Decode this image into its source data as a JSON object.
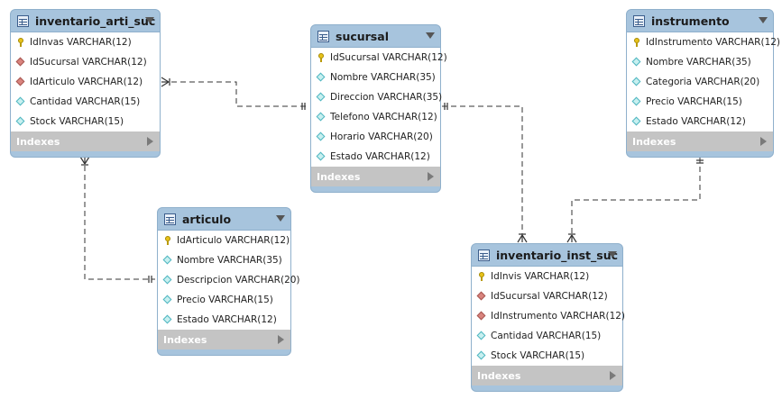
{
  "tables": [
    {
      "id": "inventario_arti_suc",
      "title": "inventario_arti_suc",
      "indexes_label": "Indexes",
      "columns": [
        {
          "text": "IdInvas VARCHAR(12)",
          "icon": "primary-key-icon"
        },
        {
          "text": "IdSucursal VARCHAR(12)",
          "icon": "foreign-key-icon"
        },
        {
          "text": "IdArticulo VARCHAR(12)",
          "icon": "foreign-key-icon"
        },
        {
          "text": "Cantidad VARCHAR(15)",
          "icon": "attribute-icon"
        },
        {
          "text": "Stock VARCHAR(15)",
          "icon": "attribute-icon"
        }
      ]
    },
    {
      "id": "sucursal",
      "title": "sucursal",
      "indexes_label": "Indexes",
      "columns": [
        {
          "text": "IdSucursal VARCHAR(12)",
          "icon": "primary-key-icon"
        },
        {
          "text": "Nombre VARCHAR(35)",
          "icon": "attribute-icon"
        },
        {
          "text": "Direccion VARCHAR(35)",
          "icon": "attribute-icon"
        },
        {
          "text": "Telefono VARCHAR(12)",
          "icon": "attribute-icon"
        },
        {
          "text": "Horario VARCHAR(20)",
          "icon": "attribute-icon"
        },
        {
          "text": "Estado VARCHAR(12)",
          "icon": "attribute-icon"
        }
      ]
    },
    {
      "id": "instrumento",
      "title": "instrumento",
      "indexes_label": "Indexes",
      "columns": [
        {
          "text": "IdInstrumento VARCHAR(12)",
          "icon": "primary-key-icon"
        },
        {
          "text": "Nombre VARCHAR(35)",
          "icon": "attribute-icon"
        },
        {
          "text": "Categoria VARCHAR(20)",
          "icon": "attribute-icon"
        },
        {
          "text": "Precio VARCHAR(15)",
          "icon": "attribute-icon"
        },
        {
          "text": "Estado VARCHAR(12)",
          "icon": "attribute-icon"
        }
      ]
    },
    {
      "id": "articulo",
      "title": "articulo",
      "indexes_label": "Indexes",
      "columns": [
        {
          "text": "IdArticulo VARCHAR(12)",
          "icon": "primary-key-icon"
        },
        {
          "text": "Nombre VARCHAR(35)",
          "icon": "attribute-icon"
        },
        {
          "text": "Descripcion VARCHAR(20)",
          "icon": "attribute-icon"
        },
        {
          "text": "Precio VARCHAR(15)",
          "icon": "attribute-icon"
        },
        {
          "text": "Estado VARCHAR(12)",
          "icon": "attribute-icon"
        }
      ]
    },
    {
      "id": "inventario_inst_suc",
      "title": "inventario_inst_suc",
      "indexes_label": "Indexes",
      "columns": [
        {
          "text": "IdInvis VARCHAR(12)",
          "icon": "primary-key-icon"
        },
        {
          "text": "IdSucursal VARCHAR(12)",
          "icon": "foreign-key-icon"
        },
        {
          "text": "IdInstrumento VARCHAR(12)",
          "icon": "foreign-key-icon"
        },
        {
          "text": "Cantidad VARCHAR(15)",
          "icon": "attribute-icon"
        },
        {
          "text": "Stock VARCHAR(15)",
          "icon": "attribute-icon"
        }
      ]
    }
  ],
  "relationships": [
    {
      "from": "inventario_arti_suc",
      "to": "sucursal",
      "from_end": "many",
      "to_end": "one"
    },
    {
      "from": "inventario_arti_suc",
      "to": "articulo",
      "from_end": "many",
      "to_end": "one"
    },
    {
      "from": "inventario_inst_suc",
      "to": "sucursal",
      "from_end": "many",
      "to_end": "one"
    },
    {
      "from": "inventario_inst_suc",
      "to": "instrumento",
      "from_end": "many",
      "to_end": "one"
    }
  ],
  "colors": {
    "table_header": "#a7c4dd",
    "indexes_bar": "#c4c4c4",
    "line": "#333333"
  }
}
